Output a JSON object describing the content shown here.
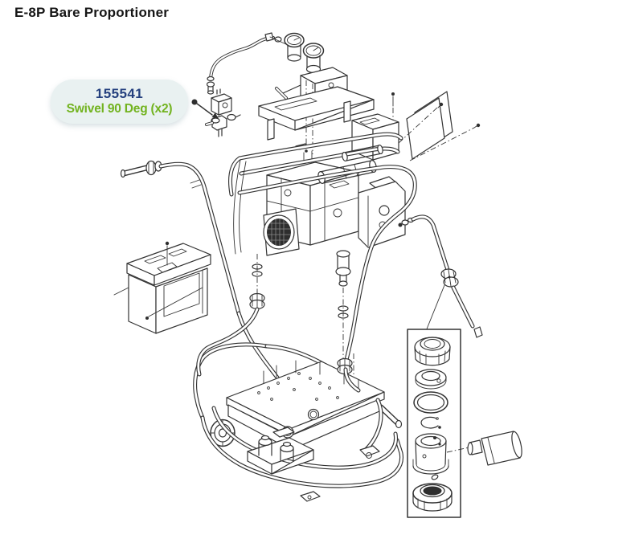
{
  "header": {
    "title": "E-8P Bare Proportioner"
  },
  "callout": {
    "part_number": "155541",
    "description": "Swivel 90 Deg (x2)"
  },
  "colors": {
    "navy": "#24407e",
    "green": "#72b31f",
    "bubble": "#e9f1f1",
    "line": "#343434"
  }
}
